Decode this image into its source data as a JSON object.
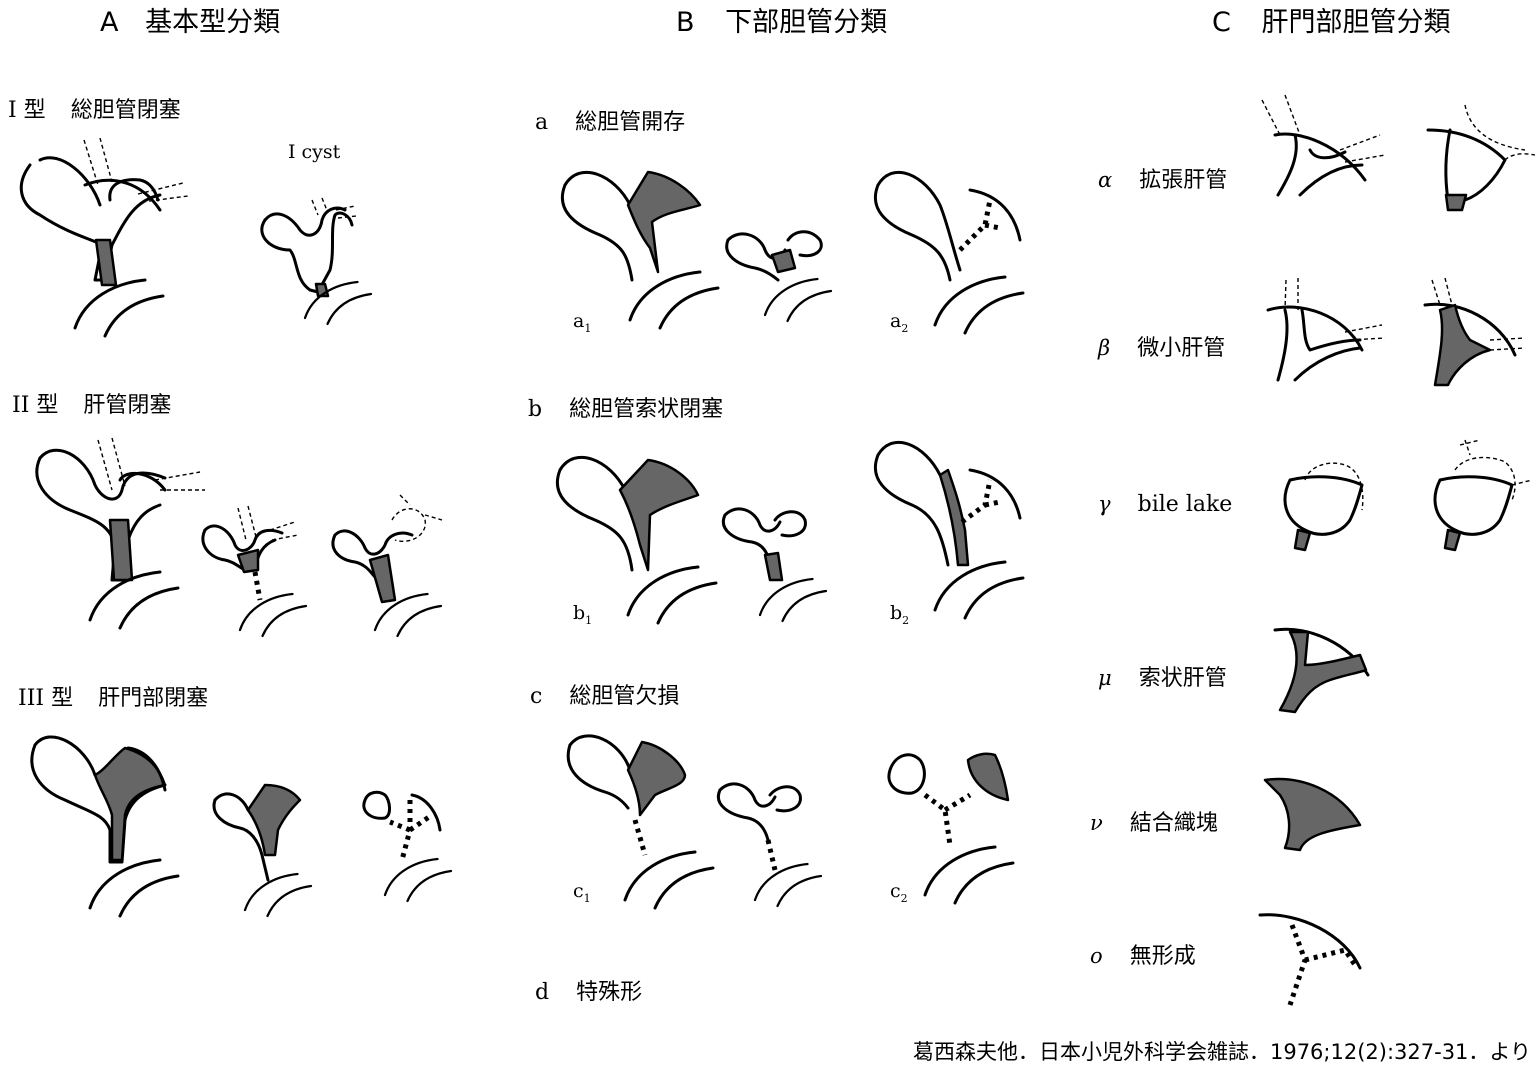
{
  "sections": {
    "A": {
      "letter": "A",
      "title": "基本型分類"
    },
    "B": {
      "letter": "B",
      "title": "下部胆管分類"
    },
    "C": {
      "letter": "C",
      "title": "肝門部胆管分類"
    }
  },
  "type_labels": {
    "I": {
      "num": "I 型",
      "text": "総胆管閉塞"
    },
    "I_cyst": "I cyst",
    "II": {
      "num": "II 型",
      "text": "肝管閉塞"
    },
    "III": {
      "num": "III 型",
      "text": "肝門部閉塞"
    }
  },
  "lower": {
    "a": {
      "key": "a",
      "text": "総胆管開存",
      "sub1": "a",
      "sub1n": "1",
      "sub2": "a",
      "sub2n": "2"
    },
    "b": {
      "key": "b",
      "text": "総胆管索状閉塞",
      "sub1": "b",
      "sub1n": "1",
      "sub2": "b",
      "sub2n": "2"
    },
    "c": {
      "key": "c",
      "text": "総胆管欠損",
      "sub1": "c",
      "sub1n": "1",
      "sub2": "c",
      "sub2n": "2"
    },
    "d": {
      "key": "d",
      "text": "特殊形"
    }
  },
  "hilar": {
    "alpha": {
      "sym": "α",
      "text": "拡張肝管"
    },
    "beta": {
      "sym": "β",
      "text": "微小肝管"
    },
    "gamma": {
      "sym": "γ",
      "text": "bile lake"
    },
    "mu": {
      "sym": "μ",
      "text": "索状肝管"
    },
    "nu": {
      "sym": "ν",
      "text": "結合織塊"
    },
    "o": {
      "sym": "o",
      "text": "無形成"
    }
  },
  "citation": "葛西森夫他．日本小児外科学会雑誌．1976;12(2):327-31．より",
  "colors": {
    "line": "#000000",
    "fill_gray": "#666666",
    "background": "#ffffff"
  }
}
